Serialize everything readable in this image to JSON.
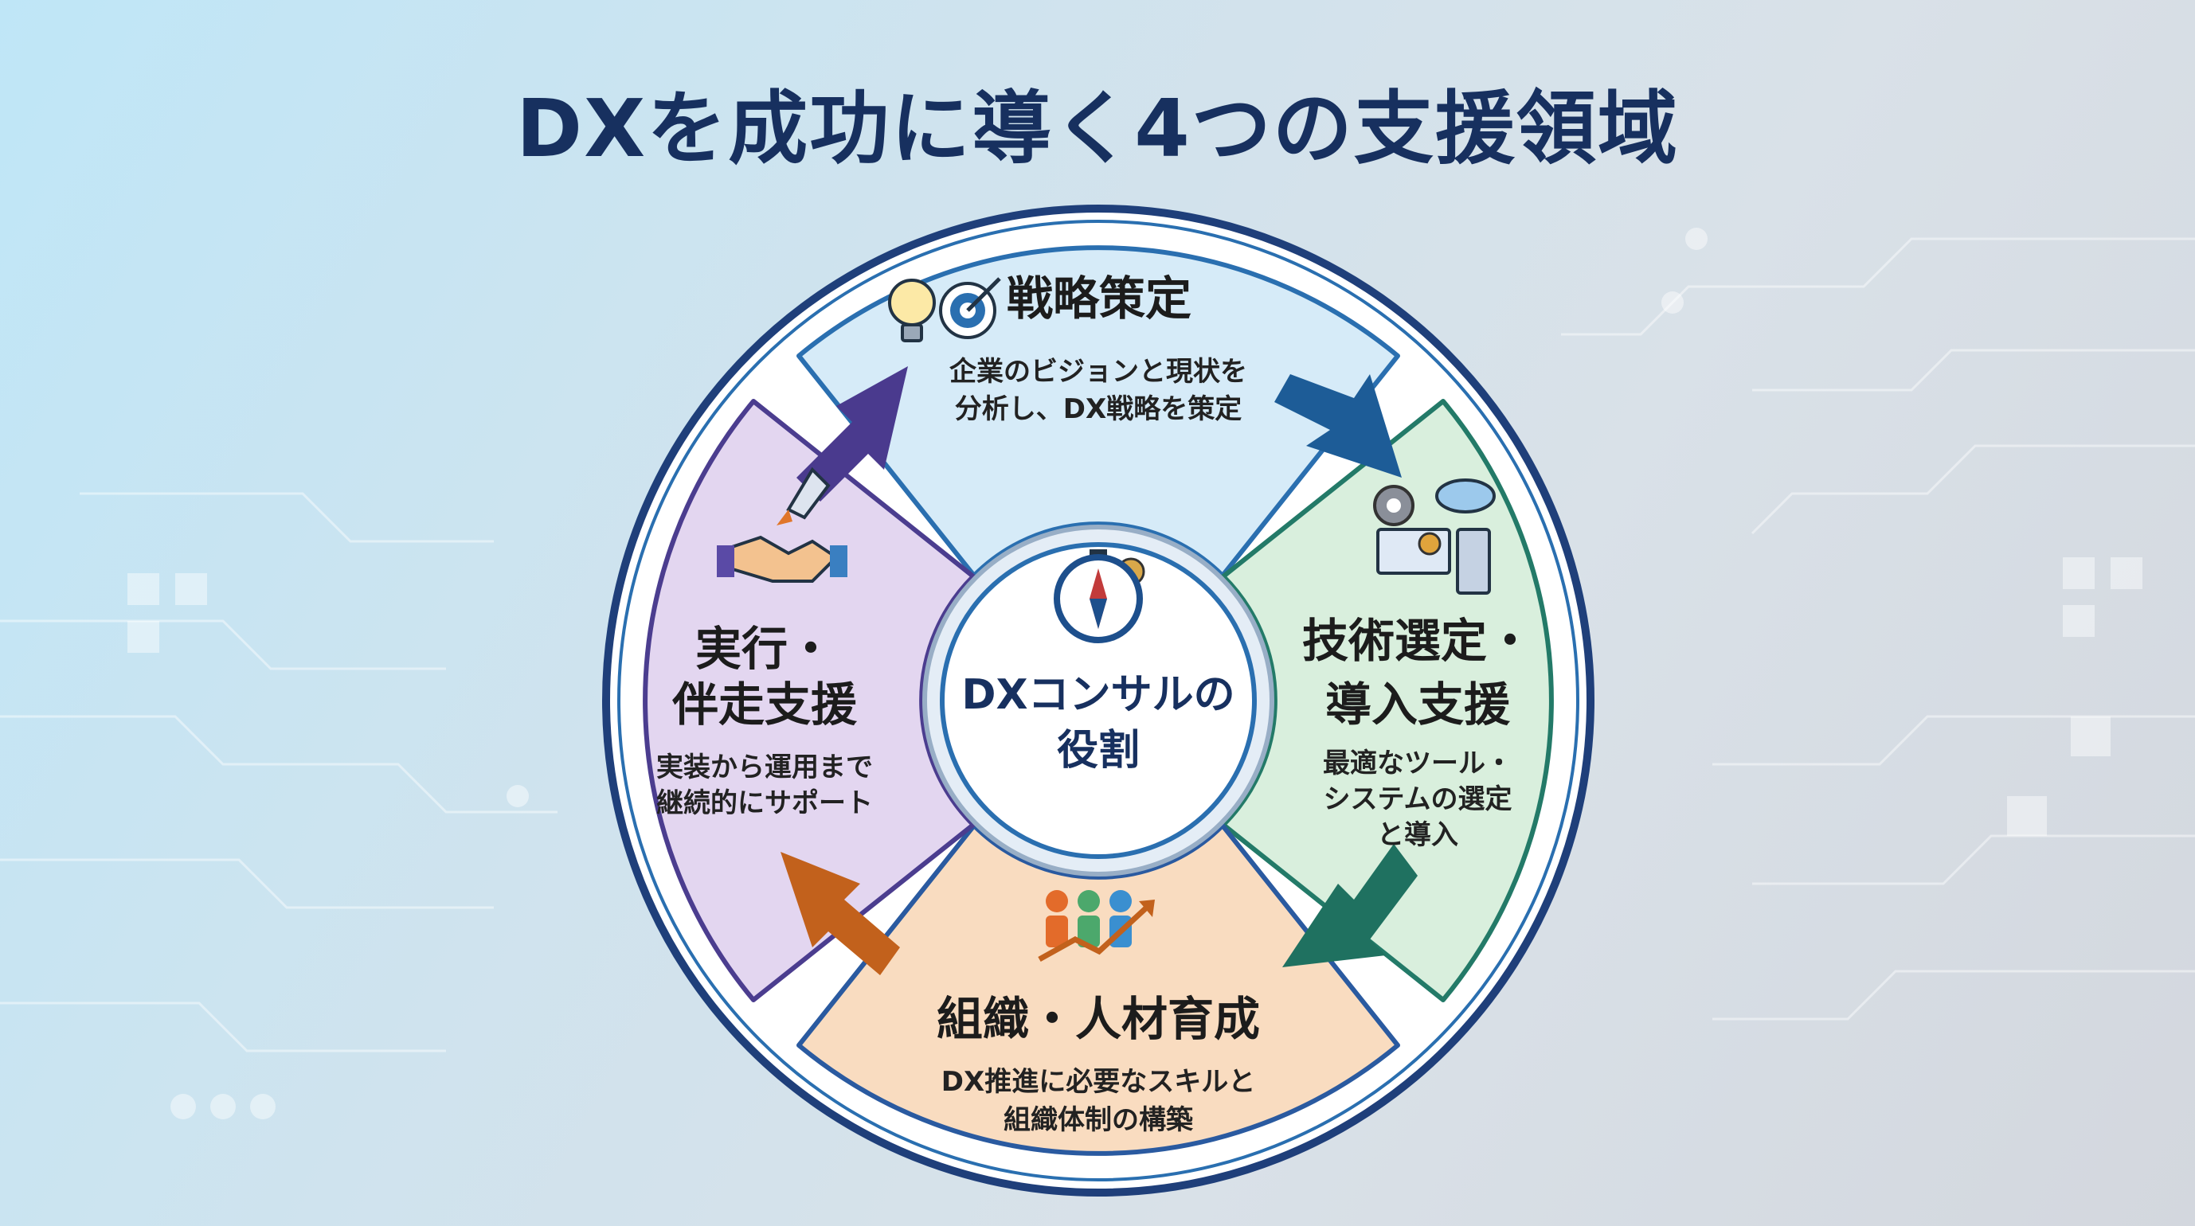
{
  "title": "DXを成功に導く4つの支援領域",
  "center": {
    "line1": "DXコンサルの",
    "line2": "役割"
  },
  "segments": [
    {
      "id": "strategy",
      "title": "戦略策定",
      "desc": [
        "企業のビジョンと現状を",
        "分析し、DX戦略を策定"
      ],
      "icon": "lightbulb-target-icon",
      "color": "#d6ebf8",
      "border": "#2a6fb0"
    },
    {
      "id": "technology",
      "title_lines": [
        "技術選定・",
        "導入支援"
      ],
      "desc": [
        "最適なツール・",
        "システムの選定",
        "と導入"
      ],
      "icon": "gear-cloud-computer-icon",
      "color": "#d9efdd",
      "border": "#237a68"
    },
    {
      "id": "organization",
      "title": "組織・人材育成",
      "desc": [
        "DX推進に必要なスキルと",
        "組織体制の構築"
      ],
      "icon": "team-growth-chart-icon",
      "color": "#f9dcc0",
      "border": "#2a5aa0"
    },
    {
      "id": "execution",
      "title_lines": [
        "実行・",
        "伴走支援"
      ],
      "desc": [
        "実装から運用まで",
        "継続的にサポート"
      ],
      "icon": "rocket-handshake-icon",
      "color": "#e3d6f0",
      "border": "#4b3d8f"
    }
  ],
  "center_icon": "compass-gear-icon",
  "colors": {
    "title": "#17305f",
    "outer_ring": "#1f3f7a",
    "arrow_blue": "#1d5c97",
    "arrow_green": "#1f7160",
    "arrow_orange": "#c2611c",
    "arrow_purple": "#4a3a8e"
  }
}
